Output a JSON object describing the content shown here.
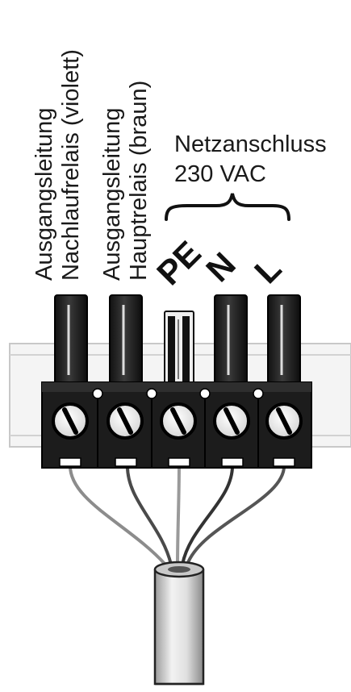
{
  "labels": {
    "output_line_1": "Ausgangsleitung",
    "aux_relay": "Nachlaufrelais (violett)",
    "output_line_2": "Ausgangsleitung",
    "main_relay": "Hauptrelais (braun)",
    "mains_title": "Netzanschluss",
    "mains_voltage": "230 VAC"
  },
  "terminals": [
    "PE",
    "N",
    "L"
  ],
  "colors": {
    "terminal_body": "#1c1c1c",
    "rail": "#f2f2f2",
    "cable": "#d8d8d8",
    "wire_violet_lead": "#8c8c8c",
    "wire_brown_lead": "#4a4a4a",
    "wire_pe": "#9a9a9a",
    "wire_n": "#333333",
    "wire_l": "#555555"
  }
}
